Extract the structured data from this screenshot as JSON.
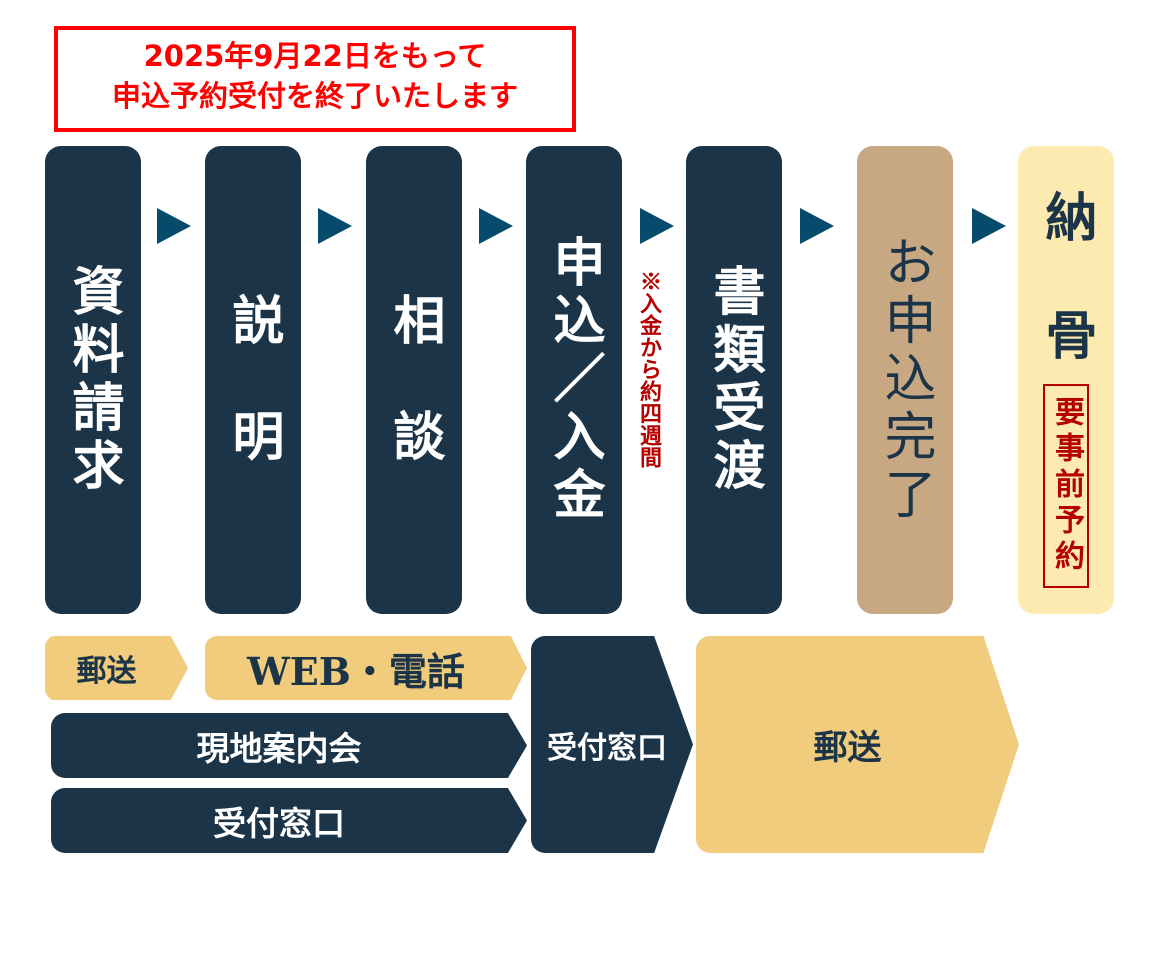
{
  "notice": {
    "line1": "2025年9月22日をもって",
    "line2": "申込予約受付を終了いたします"
  },
  "steps": [
    {
      "label": "資料請求"
    },
    {
      "label": "説　明"
    },
    {
      "label": "相　談"
    },
    {
      "label": "申込／入金"
    },
    {
      "label": "書類受渡"
    },
    {
      "label": "お申込完了"
    },
    {
      "label_top": "納",
      "label_bottom": "骨",
      "badge": "要事前予約"
    }
  ],
  "payment_note": "※入金から約四週間",
  "methods": {
    "mail_request": "郵送",
    "web_phone": "WEB・電話",
    "site_tour": "現地案内会",
    "counter_consult": "受付窓口",
    "counter_apply": "受付窓口",
    "mail_docs": "郵送"
  },
  "colors": {
    "navy": "#1c3448",
    "arrow": "#064b6b",
    "tan": "#c8a882",
    "cream": "#fdeab0",
    "gold": "#f0cc7c",
    "red": "#ff0000"
  }
}
